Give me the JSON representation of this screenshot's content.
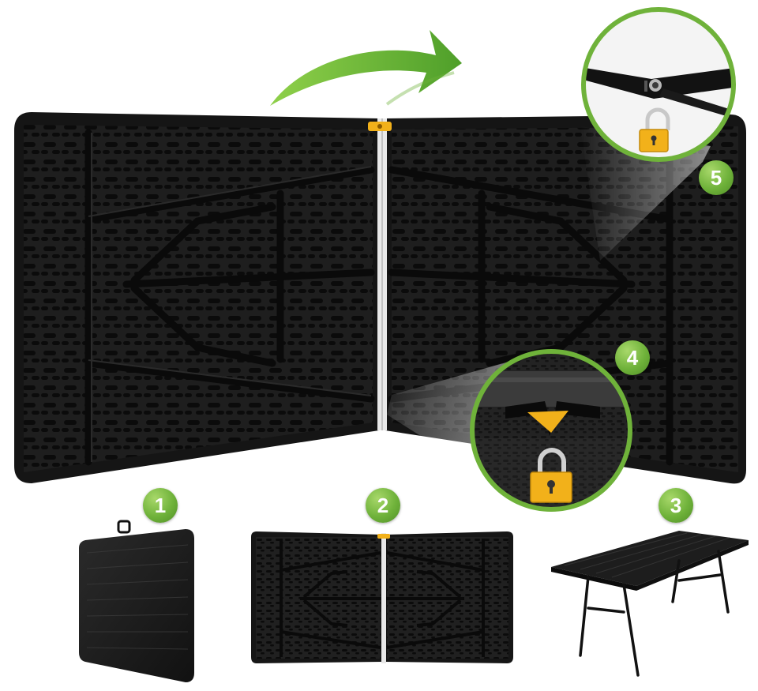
{
  "steps": [
    {
      "label": "1",
      "icon": "folded-table"
    },
    {
      "label": "2",
      "icon": "open-table-underside"
    },
    {
      "label": "3",
      "icon": "assembled-table"
    },
    {
      "label": "4",
      "icon": "center-lock"
    },
    {
      "label": "5",
      "icon": "strap-lock"
    }
  ],
  "colors": {
    "accent_green": "#6fb23a",
    "lock_yellow": "#f2b11a",
    "table_black": "#1c1c1c"
  }
}
